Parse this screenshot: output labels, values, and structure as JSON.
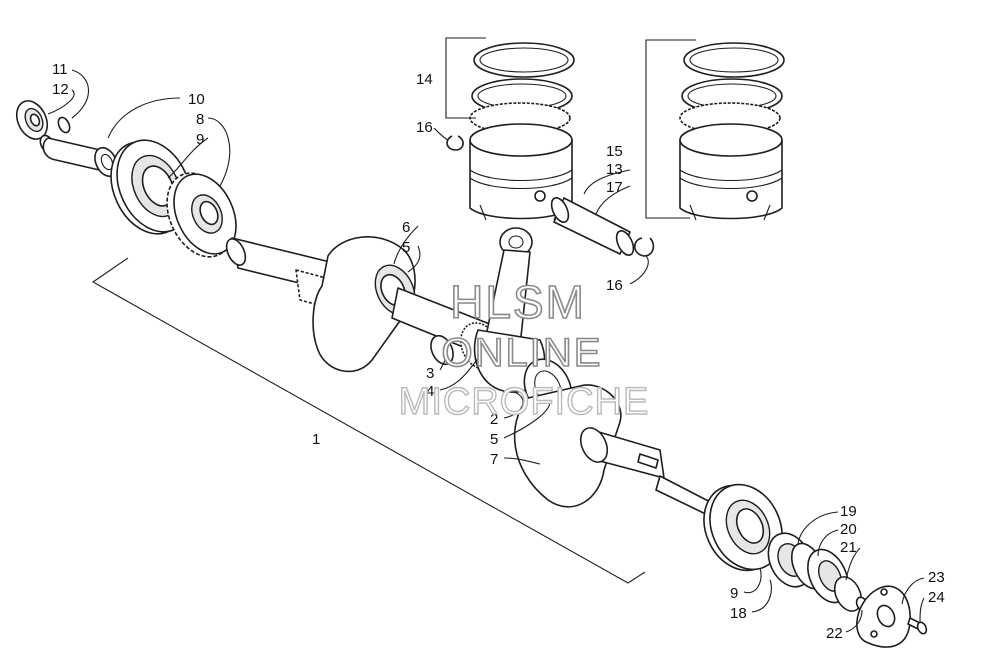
{
  "diagram": {
    "callouts": [
      {
        "id": "c11a",
        "label": "11"
      },
      {
        "id": "c12",
        "label": "12"
      },
      {
        "id": "c10",
        "label": "10"
      },
      {
        "id": "c8",
        "label": "8"
      },
      {
        "id": "c9a",
        "label": "9"
      },
      {
        "id": "c14",
        "label": "14"
      },
      {
        "id": "c16a",
        "label": "16"
      },
      {
        "id": "c6",
        "label": "6"
      },
      {
        "id": "c5a",
        "label": "5"
      },
      {
        "id": "c15",
        "label": "15"
      },
      {
        "id": "c13",
        "label": "13"
      },
      {
        "id": "c17",
        "label": "17"
      },
      {
        "id": "c16b",
        "label": "16"
      },
      {
        "id": "c3",
        "label": "3"
      },
      {
        "id": "c4",
        "label": "4"
      },
      {
        "id": "c1",
        "label": "1"
      },
      {
        "id": "c2",
        "label": "2"
      },
      {
        "id": "c5b",
        "label": "5"
      },
      {
        "id": "c7",
        "label": "7"
      },
      {
        "id": "c19",
        "label": "19"
      },
      {
        "id": "c20",
        "label": "20"
      },
      {
        "id": "c21",
        "label": "21"
      },
      {
        "id": "c23",
        "label": "23"
      },
      {
        "id": "c24",
        "label": "24"
      },
      {
        "id": "c9b",
        "label": "9"
      },
      {
        "id": "c18",
        "label": "18"
      },
      {
        "id": "c22",
        "label": "22"
      }
    ]
  },
  "watermark": {
    "line1": "HLSM",
    "line2": "ONLINE",
    "line3": "MICROFICHE"
  },
  "colors": {
    "ink": "#1e1e1e",
    "watermark_stroke": "#8a8a8a",
    "background": "#ffffff"
  }
}
